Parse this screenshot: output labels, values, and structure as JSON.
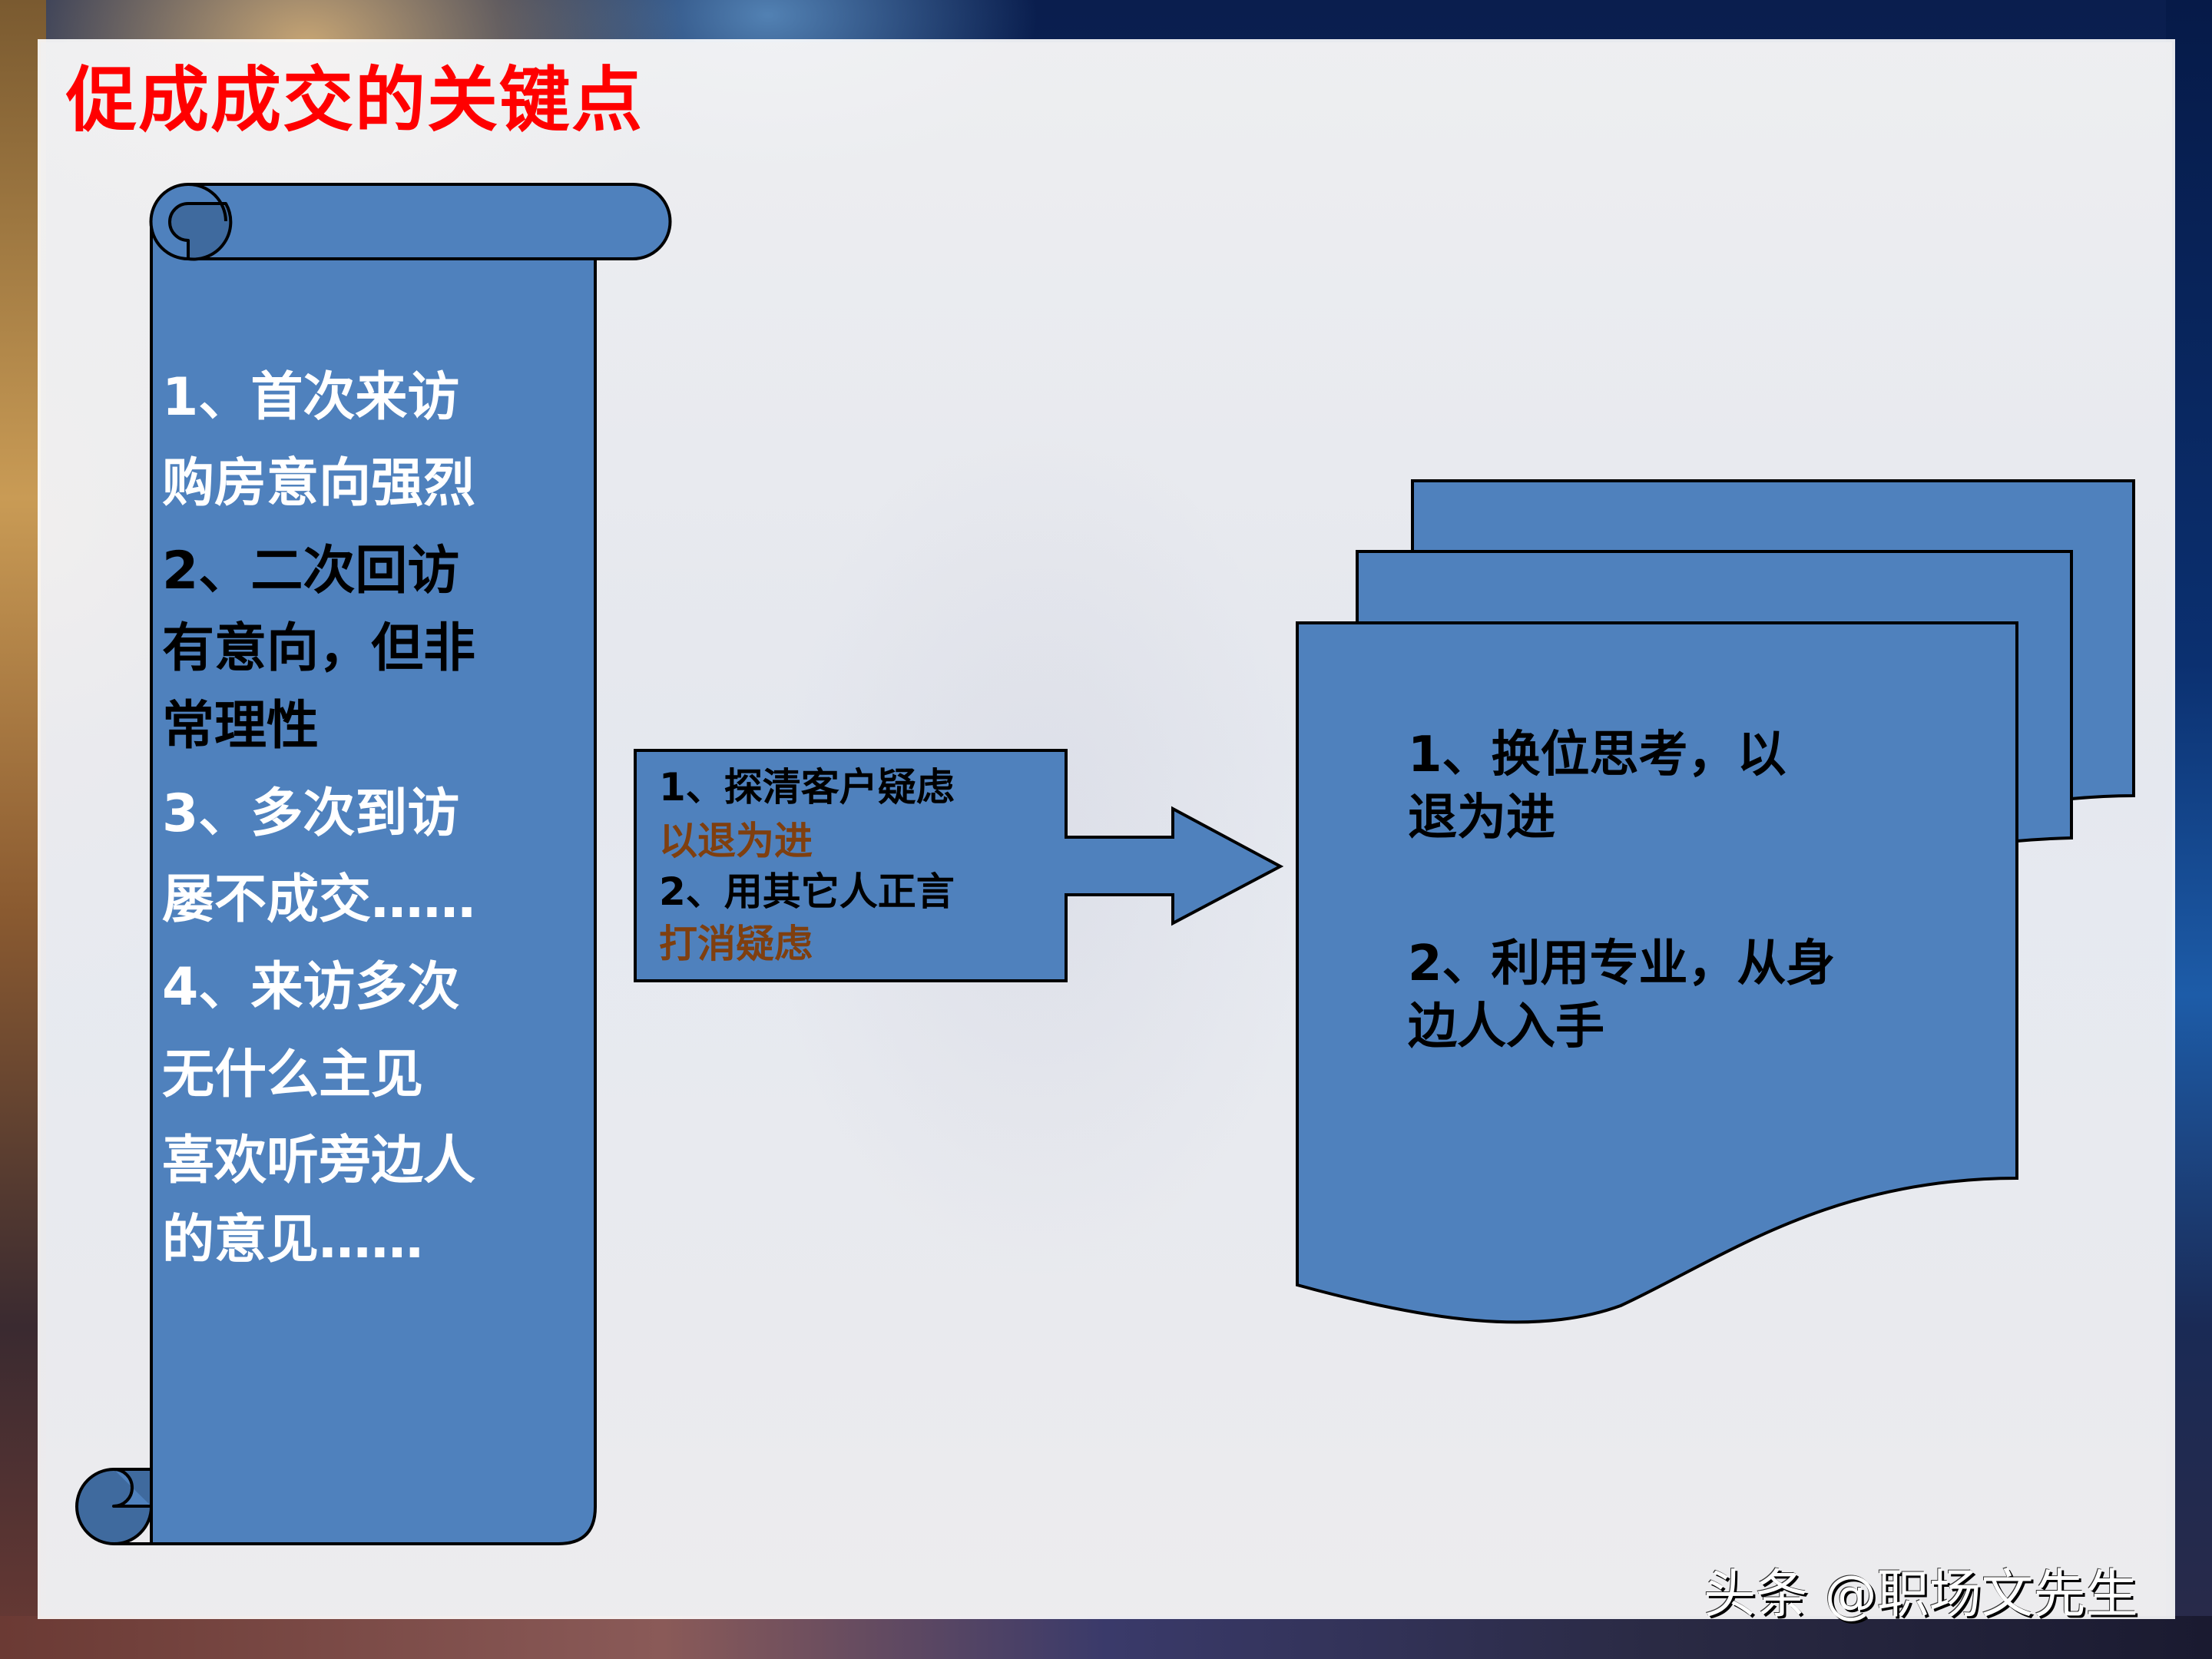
{
  "slide": {
    "title": "促成成交的关键点",
    "title_color": "#ff0000"
  },
  "scroll": {
    "shape": "vertical-scroll",
    "fill": "#4f81bd",
    "lines": [
      {
        "text": "1、首次来访",
        "color": "#ffffff"
      },
      {
        "text": "购房意向强烈",
        "color": "#ffffff"
      },
      {
        "text": "2、二次回访",
        "color": "#000000"
      },
      {
        "text": "有意向，但非",
        "color": "#000000"
      },
      {
        "text": "常理性",
        "color": "#000000"
      },
      {
        "text": "3、多次到访",
        "color": "#ffffff"
      },
      {
        "text": "屡不成交……",
        "color": "#ffffff"
      },
      {
        "text": "4、来访多次",
        "color": "#ffffff"
      },
      {
        "text": "无什么主见",
        "color": "#ffffff"
      },
      {
        "text": "喜欢听旁边人",
        "color": "#ffffff"
      },
      {
        "text": "的意见……",
        "color": "#ffffff"
      }
    ]
  },
  "callout": {
    "shape": "right-arrow-callout",
    "fill": "#4f81bd",
    "lines": [
      {
        "text": "1、探清客户疑虑",
        "color": "#000000"
      },
      {
        "text": "以退为进",
        "color": "#7f3f0f"
      },
      {
        "text": "2、用其它人正言",
        "color": "#000000"
      },
      {
        "text": "打消疑虑",
        "color": "#7f3f0f"
      }
    ]
  },
  "documents": {
    "shape": "multi-document",
    "fill": "#4f81bd",
    "lines": [
      {
        "text": "1、换位思考，以"
      },
      {
        "text": "退为进"
      },
      {
        "text": "2、利用专业，从身"
      },
      {
        "text": "边人入手"
      }
    ]
  },
  "watermark": {
    "text": "头条 @职场文先生"
  }
}
